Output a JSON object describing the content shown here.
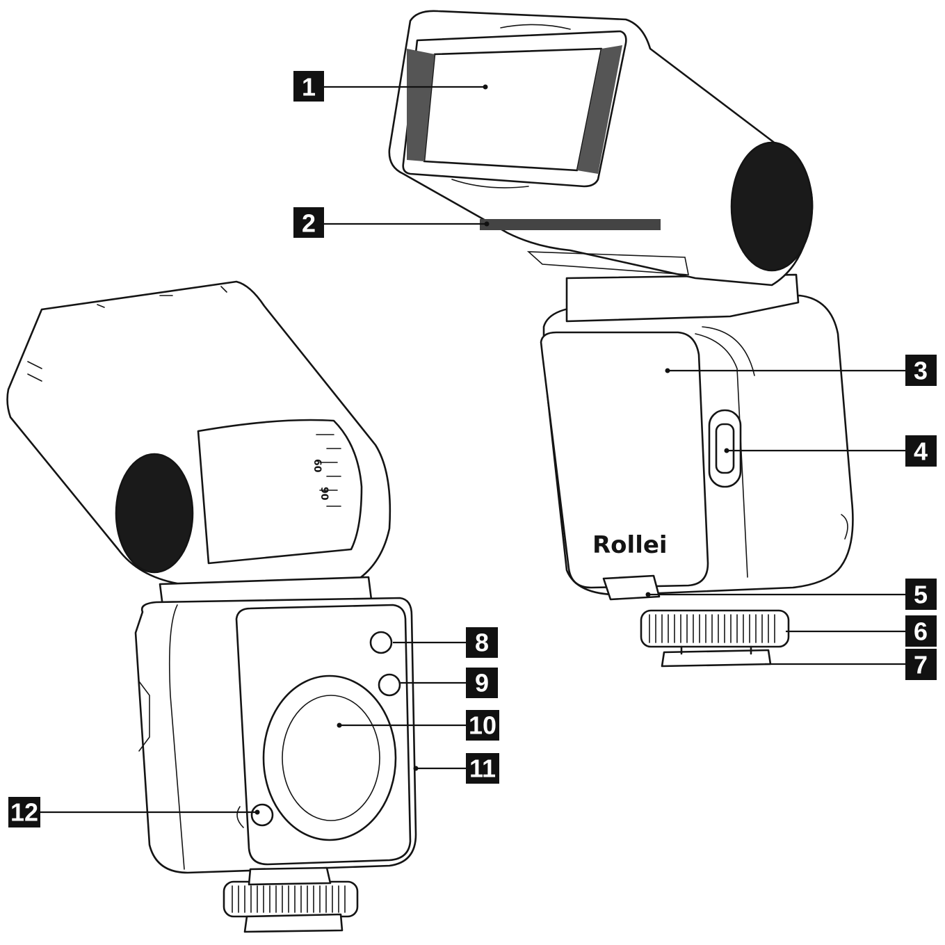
{
  "brand": {
    "logo_text": "Rollei"
  },
  "tilt_scale": [
    "60",
    "90"
  ],
  "callouts": [
    {
      "id": "callout-1",
      "label": "1"
    },
    {
      "id": "callout-2",
      "label": "2"
    },
    {
      "id": "callout-3",
      "label": "3"
    },
    {
      "id": "callout-4",
      "label": "4"
    },
    {
      "id": "callout-5",
      "label": "5"
    },
    {
      "id": "callout-6",
      "label": "6"
    },
    {
      "id": "callout-7",
      "label": "7"
    },
    {
      "id": "callout-8",
      "label": "8"
    },
    {
      "id": "callout-9",
      "label": "9"
    },
    {
      "id": "callout-10",
      "label": "10"
    },
    {
      "id": "callout-11",
      "label": "11"
    },
    {
      "id": "callout-12",
      "label": "12"
    }
  ],
  "colors": {
    "ink": "#141414",
    "badge": "#111111",
    "background": "#ffffff"
  }
}
